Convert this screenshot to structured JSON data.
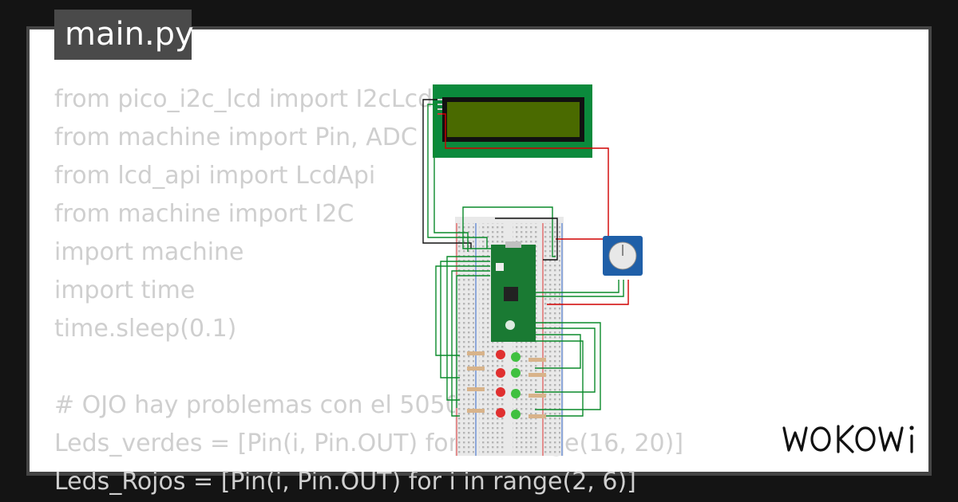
{
  "editor": {
    "filename": "main.py",
    "lines": [
      "from pico_i2c_lcd import I2cLcd",
      "from machine import Pin, ADC",
      "from lcd_api import LcdApi",
      "from machine import I2C",
      "import machine",
      "import time",
      "time.sleep(0.1)",
      "",
      "# OJO hay problemas con el 5050",
      "Leds_verdes = [Pin(i, Pin.OUT) for i in range(16, 20)]",
      "Leds_Rojos = [Pin(i, Pin.OUT) for i in range(2, 6)]"
    ]
  },
  "brand": {
    "name": "WOKWi"
  },
  "colors": {
    "lcd_board": "#0b8a3c",
    "lcd_screen": "#4a6a00",
    "pico": "#1a7a33",
    "wire_red": "#d10000",
    "wire_green": "#0a8a2a",
    "pot": "#1f5fa8"
  }
}
